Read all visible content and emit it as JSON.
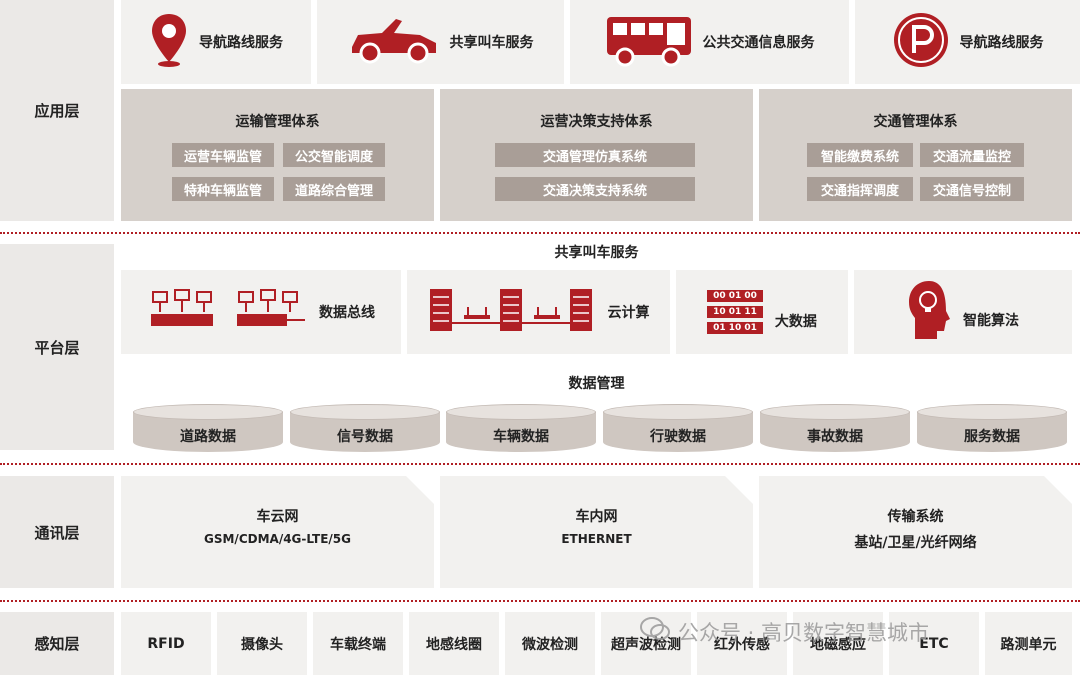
{
  "layers": {
    "application": "应用层",
    "platform": "平台层",
    "communication": "通讯层",
    "perception": "感知层"
  },
  "app_services": [
    {
      "label": "导航路线服务",
      "icon": "map-pin-icon"
    },
    {
      "label": "共享叫车服务",
      "icon": "car-icon"
    },
    {
      "label": "公共交通信息服务",
      "icon": "bus-icon"
    },
    {
      "label": "导航路线服务",
      "icon": "parking-icon"
    }
  ],
  "systems": [
    {
      "title": "运输管理体系",
      "items": [
        "运营车辆监管",
        "公交智能调度",
        "特种车辆监管",
        "道路综合管理"
      ]
    },
    {
      "title": "运营决策支持体系",
      "items": [
        "交通管理仿真系统",
        "交通决策支持系统"
      ]
    },
    {
      "title": "交通管理体系",
      "items": [
        "智能缴费系统",
        "交通流量监控",
        "交通指挥调度",
        "交通信号控制"
      ]
    }
  ],
  "platform": {
    "header": "共享叫车服务",
    "items": [
      {
        "label": "数据总线",
        "icon": "network-icon"
      },
      {
        "label": "云计算",
        "icon": "server-icon"
      },
      {
        "label": "大数据",
        "icon": "binary-data-icon",
        "codes": [
          "00 01 00",
          "10 01 11",
          "01 10 01"
        ]
      },
      {
        "label": "智能算法",
        "icon": "head-bulb-icon"
      }
    ],
    "data_mgmt_title": "数据管理",
    "databases": [
      "道路数据",
      "信号数据",
      "车辆数据",
      "行驶数据",
      "事故数据",
      "服务数据"
    ]
  },
  "communication": [
    {
      "title": "车云网",
      "sub": "GSM/CDMA/4G-LTE/5G"
    },
    {
      "title": "车内网",
      "sub": "ETHERNET"
    },
    {
      "title": "传输系统",
      "sub": "基站/卫星/光纤网络"
    }
  ],
  "perception": [
    "RFID",
    "摄像头",
    "车载终端",
    "地感线圈",
    "微波检测",
    "超声波检测",
    "红外传感",
    "地磁感应",
    "ETC",
    "路测单元"
  ],
  "watermark": "公众号 · 高贝数字智慧城市",
  "colors": {
    "accent": "#b01f24",
    "chip": "#a99e97",
    "block": "#d6d0cb",
    "tile": "#f2f1ef"
  }
}
